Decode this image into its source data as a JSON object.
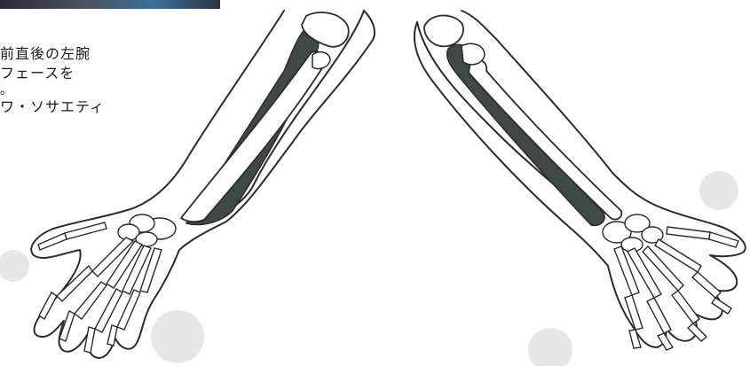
{
  "caption": {
    "line1": "前直後の左腕",
    "line2": "フェースを",
    "line3": "。",
    "line4": "ワ・ソサエティ"
  },
  "illustration": {
    "colors": {
      "ink": "#2b2b2b",
      "shade": "#3f4a46",
      "paper": "#ffffff"
    }
  }
}
